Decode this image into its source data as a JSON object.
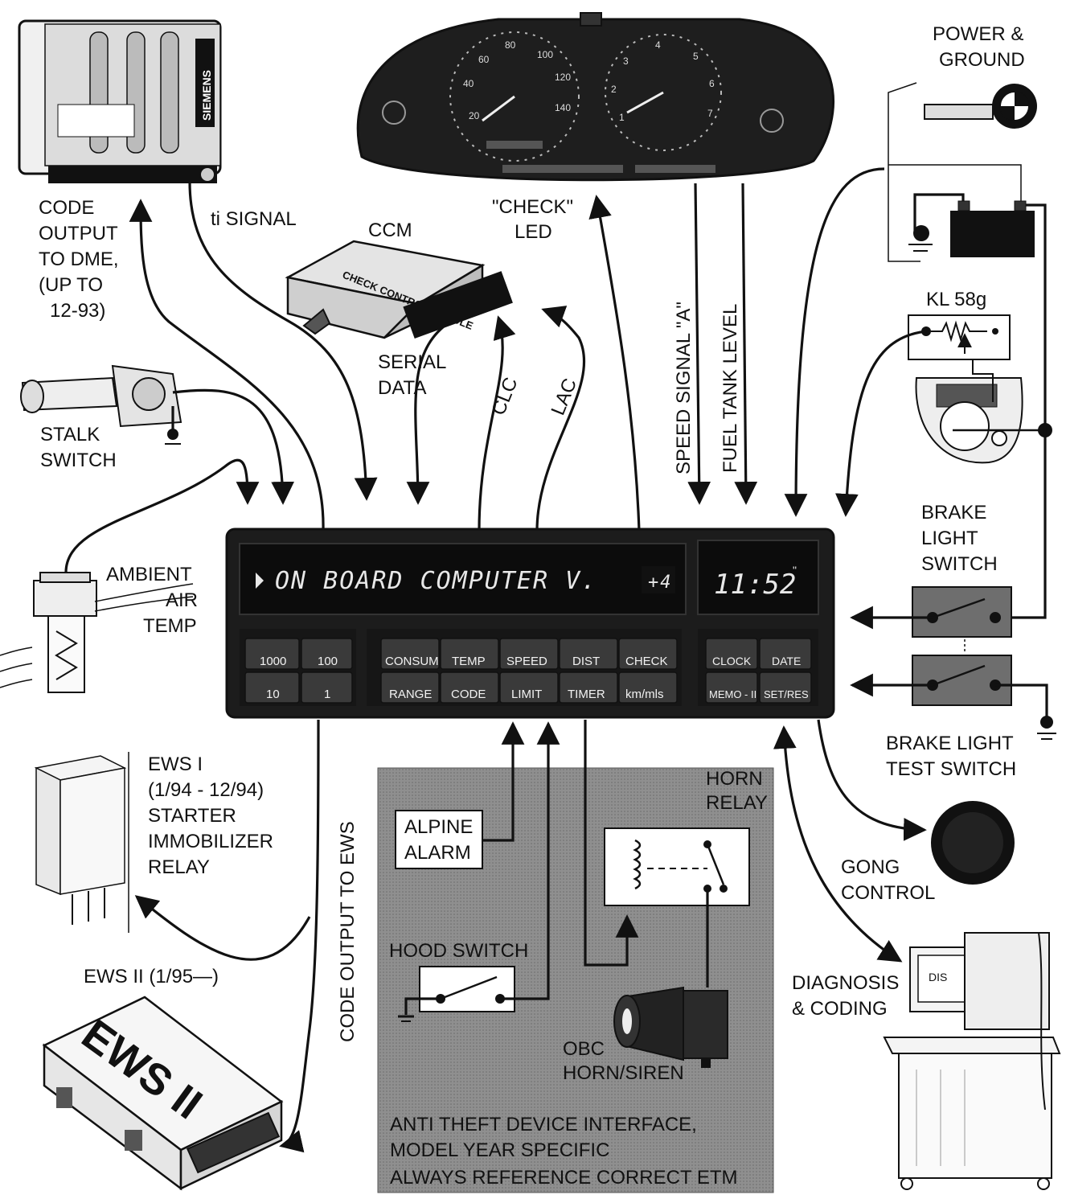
{
  "labels": {
    "code_output_dme": [
      "CODE",
      "OUTPUT",
      "TO DME,",
      "(UP TO",
      "12-93)"
    ],
    "ti_signal": "ti SIGNAL",
    "ccm": "CCM",
    "ccm_box": "CHECK CONTROL MODULE",
    "serial_data": [
      "SERIAL",
      "DATA"
    ],
    "clc": "CLC",
    "lac": "LAC",
    "check_led": [
      "\"CHECK\"",
      "LED"
    ],
    "speed_signal": "SPEED SIGNAL \"A\"",
    "fuel_tank": "FUEL TANK LEVEL",
    "power_ground": [
      "POWER &",
      "GROUND"
    ],
    "kl58g": "KL 58g",
    "brake_light_switch": [
      "BRAKE",
      "LIGHT",
      "SWITCH"
    ],
    "brake_light_test": [
      "BRAKE LIGHT",
      "TEST SWITCH"
    ],
    "stalk_switch": [
      "STALK",
      "SWITCH"
    ],
    "ambient_air": [
      "AMBIENT",
      "AIR",
      "TEMP"
    ],
    "ews1": [
      "EWS I",
      "(1/94 - 12/94)",
      "STARTER",
      "IMMOBILIZER",
      "RELAY"
    ],
    "ews2": "EWS II (1/95—)",
    "ews2_box": "EWS II",
    "code_output_ews": "CODE OUTPUT TO EWS",
    "alpine_alarm": [
      "ALPINE",
      "ALARM"
    ],
    "horn_relay": [
      "HORN",
      "RELAY"
    ],
    "hood_switch": "HOOD SWITCH",
    "obc_horn": [
      "OBC",
      "HORN/SIREN"
    ],
    "anti_theft": [
      "ANTI THEFT DEVICE INTERFACE,",
      "MODEL YEAR SPECIFIC",
      "ALWAYS REFERENCE CORRECT ETM"
    ],
    "gong_control": [
      "GONG",
      "CONTROL"
    ],
    "diagnosis": [
      "DIAGNOSIS",
      "& CODING"
    ],
    "siemens": "SIEMENS",
    "dis": "DIS"
  },
  "obc": {
    "display_text": "ON  BOARD  COMPUTER  V.",
    "display_symbol": "+4",
    "clock": "11:52",
    "buttons_top": [
      "1000",
      "100",
      "CONSUM",
      "TEMP",
      "SPEED",
      "DIST",
      "CHECK",
      "CLOCK",
      "DATE"
    ],
    "buttons_bottom": [
      "10",
      "1",
      "RANGE",
      "CODE",
      "LIMIT",
      "TIMER",
      "km/mls",
      "MEMO - II",
      "SET/RES"
    ]
  },
  "cluster": {
    "speedo_ticks": [
      "20",
      "40",
      "60",
      "80",
      "100",
      "120",
      "140"
    ],
    "tacho_ticks": [
      "1",
      "2",
      "3",
      "4",
      "5",
      "6",
      "7"
    ]
  },
  "colors": {
    "ink": "#111111",
    "panel": "#1c1c1c",
    "shaded_area": "#8f8f8f"
  }
}
